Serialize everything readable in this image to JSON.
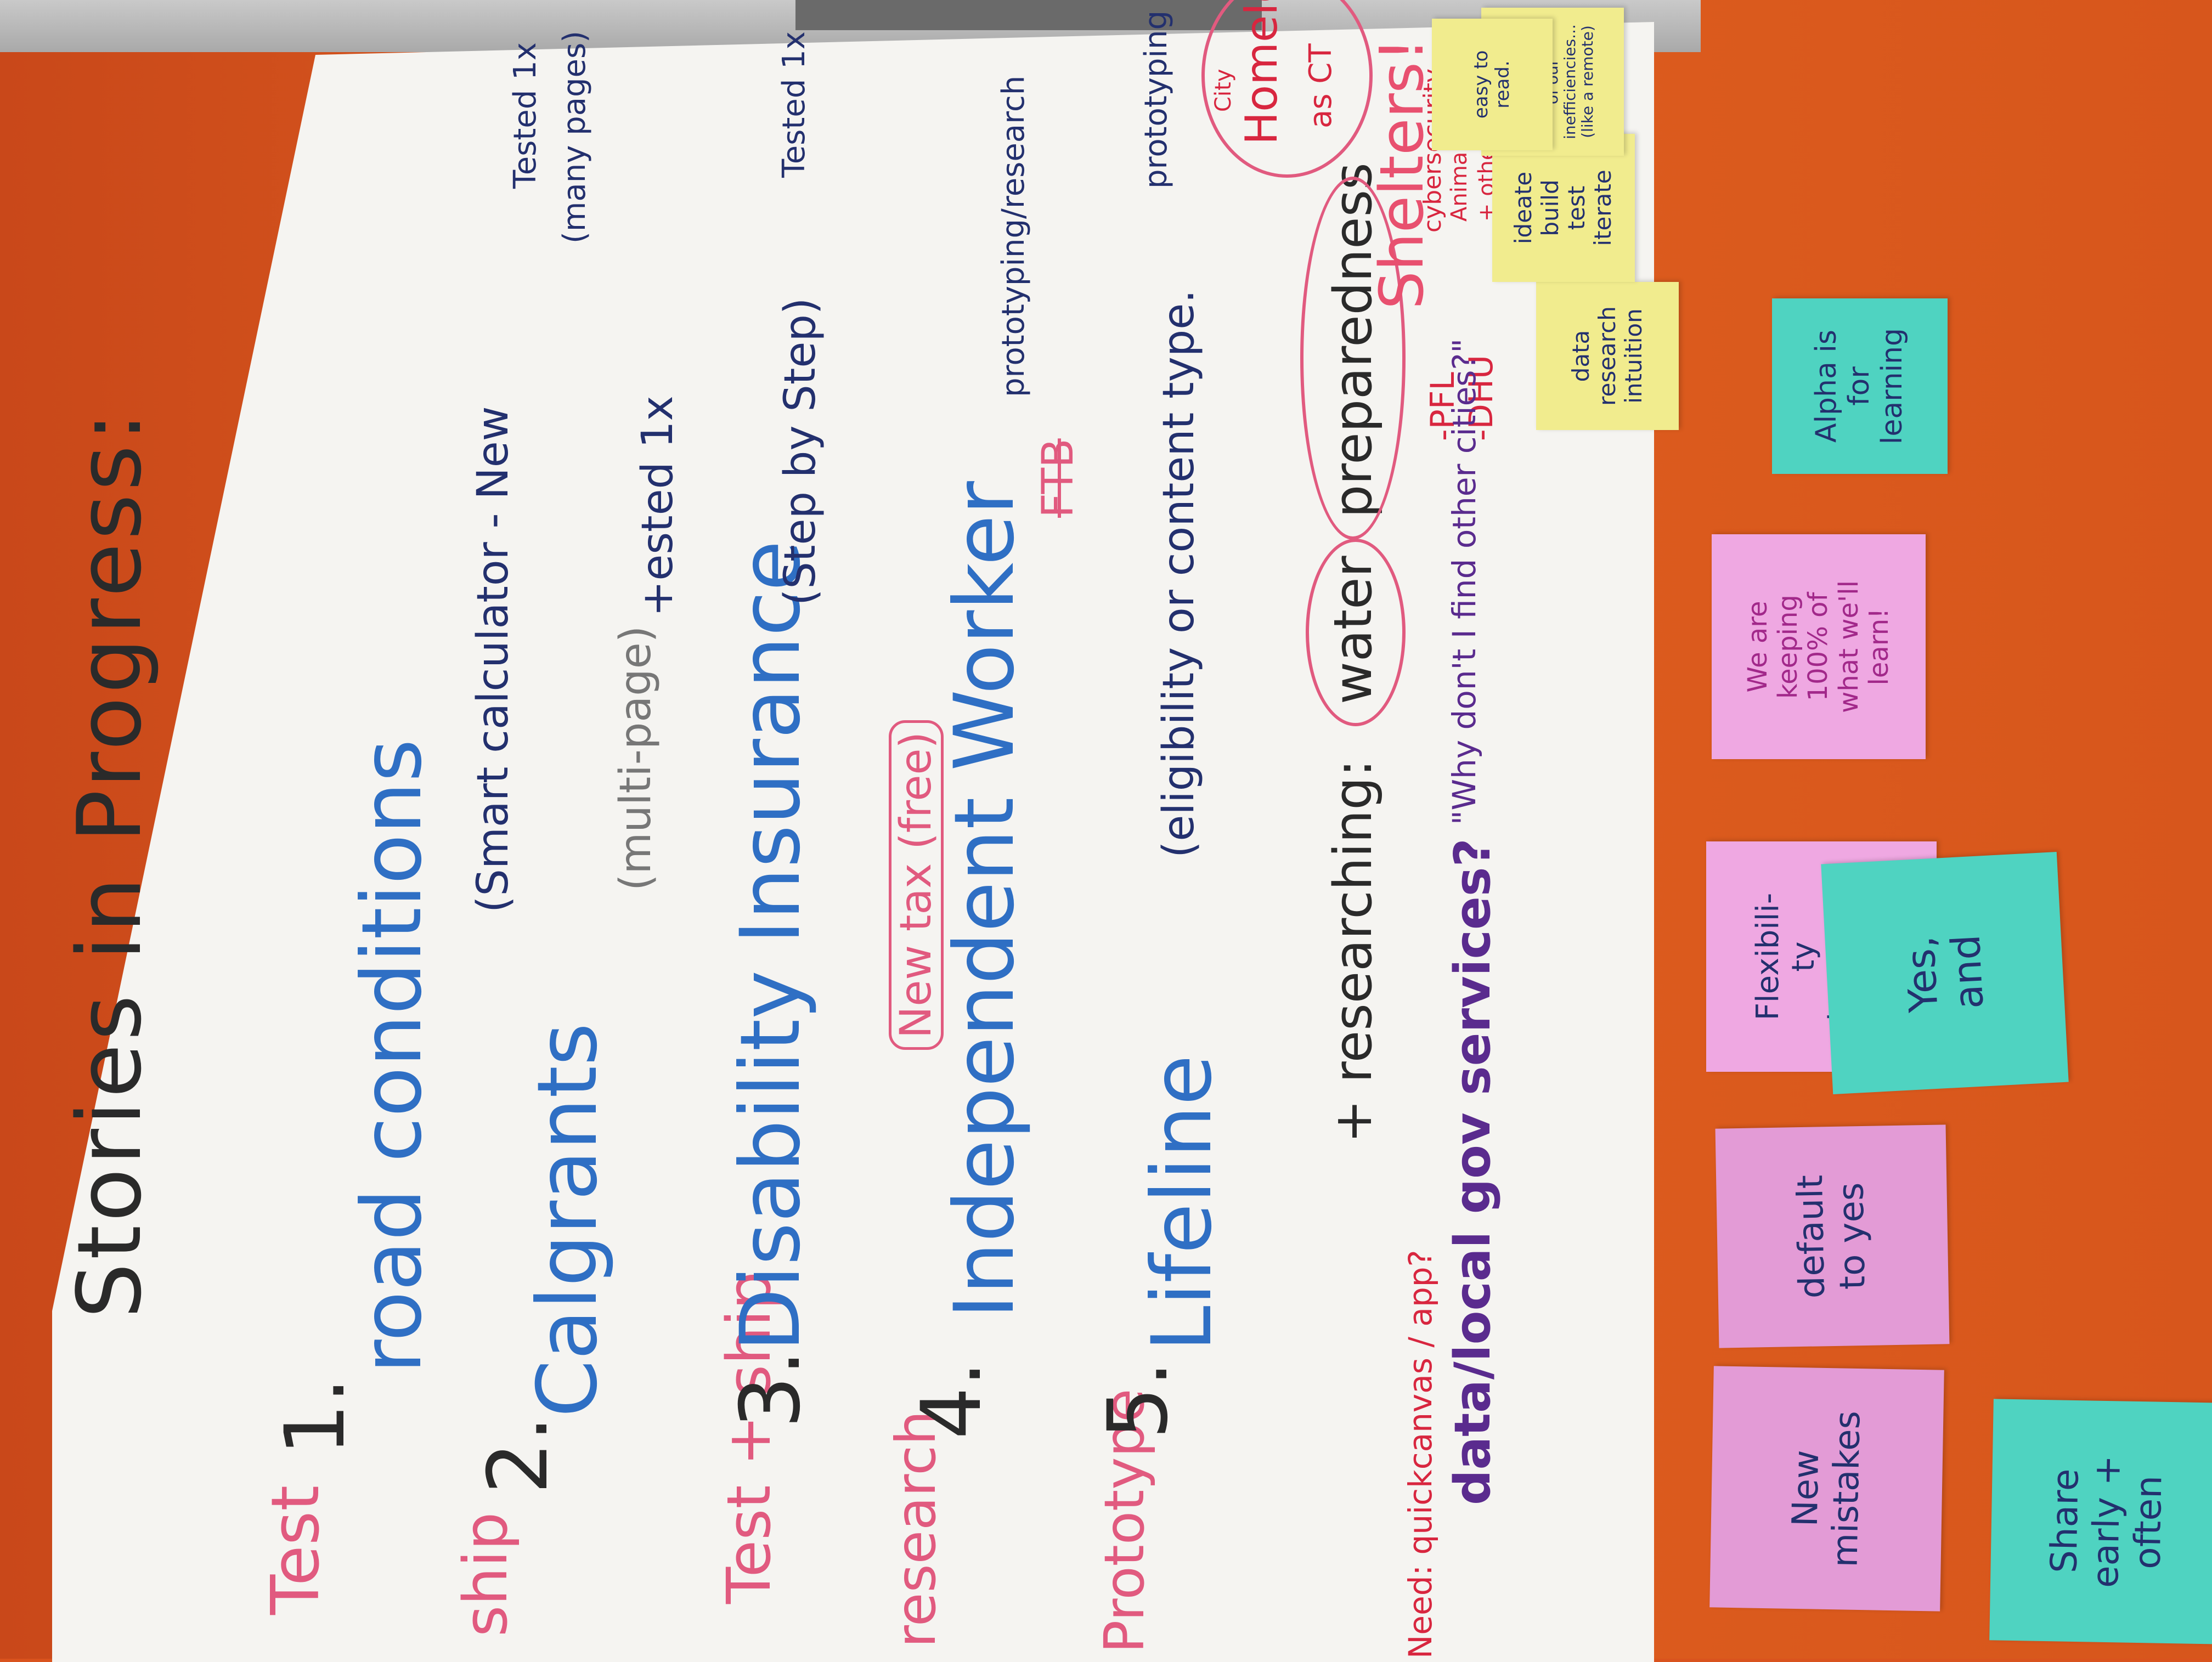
{
  "board": {
    "title": "Stories in Progress:",
    "items": [
      {
        "num": "1.",
        "name": "road conditions",
        "note": "(Smart calculator - New",
        "note2": "(many pages)",
        "tested": "Tested 1x",
        "tag": "Test"
      },
      {
        "num": "2.",
        "name": "Calgrants",
        "note": "(multi-page)",
        "tested": "+ested 1x",
        "tag": "ship"
      },
      {
        "num": "3.",
        "name": "Disability Insurance",
        "note": "(Step by Step)",
        "tested": "Tested 1x",
        "tag": "Test + ship"
      },
      {
        "num": "4.",
        "name": "Independent Worker",
        "struck": "FTB",
        "note": "prototyping/research",
        "added": "New tax (free)",
        "tag": "research"
      },
      {
        "num": "5.",
        "name": "Lifeline",
        "note": "(eligibility or content type.",
        "note2": "prototyping",
        "tag": "Prototype"
      }
    ],
    "researching": {
      "prefix": "+ researching:",
      "water": "water",
      "preparedness": "preparedness",
      "homeless": "Homeless",
      "as_ct": "as CT",
      "city": "City",
      "shelters": "Shelters!",
      "animal": "Animal friends",
      "other_friends": "+ other friends",
      "pfl": "-PFL",
      "dhu": "-DHU",
      "cybersecurity": "cybersecurity"
    },
    "question": {
      "data": "data/local gov services?",
      "why": "\"Why don't I find other cities?\""
    },
    "need": "Need: quickcanvas / app?"
  },
  "stickies": [
    {
      "text": "New\nmistakes",
      "color": "#e39bd6"
    },
    {
      "text": "default\nto yes",
      "color": "#e39bd6"
    },
    {
      "text": "Flexibili-\nty\nto sprint\nfast",
      "color": "#efa8e2"
    },
    {
      "text": "We are\nkeeping\n100% of\nwhat we'll\nlearn!",
      "color": "#efa8e2"
    },
    {
      "text": "Alpha is\nfor\nlearning",
      "color": "#4fd3c1"
    },
    {
      "text": "Yes,\nand",
      "color": "#4fd3c1"
    },
    {
      "text": "Share\nearly +\noften",
      "color": "#4fd3c1"
    },
    {
      "text": "data\nresearch\nintuition",
      "color": "#f1ec8e"
    },
    {
      "text": "ideate\nbuild\ntest\niterate",
      "color": "#f1ec8e"
    },
    {
      "text": "People\ntake advantage\nof our\ninefficiencies...\n(like a remote)",
      "color": "#f1ec8e"
    },
    {
      "text": "easy to\nread.",
      "color": "#f1ec8e"
    }
  ]
}
